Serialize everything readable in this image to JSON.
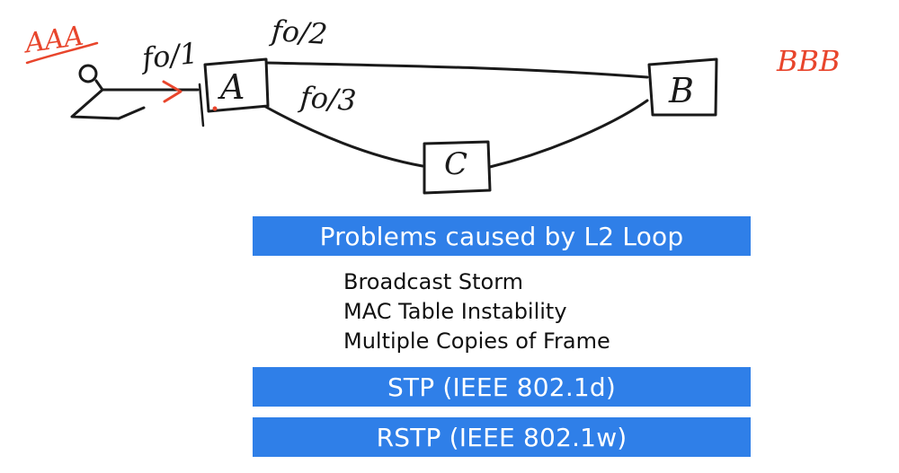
{
  "diagram": {
    "annotations": {
      "host_label": "AAA",
      "host_label_right": "BBB",
      "port_fo1": "fo/1",
      "port_fo2": "fo/2",
      "port_fo3": "fo/3"
    },
    "switches": [
      "A",
      "B",
      "C"
    ]
  },
  "slide": {
    "banner_problems": "Problems caused by L2 Loop",
    "problems": [
      "Broadcast Storm",
      "MAC Table Instability",
      "Multiple Copies of Frame"
    ],
    "banner_stp": "STP (IEEE 802.1d)",
    "banner_rstp": "RSTP (IEEE 802.1w)"
  },
  "colors": {
    "banner_blue": "#2f7fe8",
    "ink_dark": "#1a1a1a",
    "ink_red": "#e8452c"
  }
}
